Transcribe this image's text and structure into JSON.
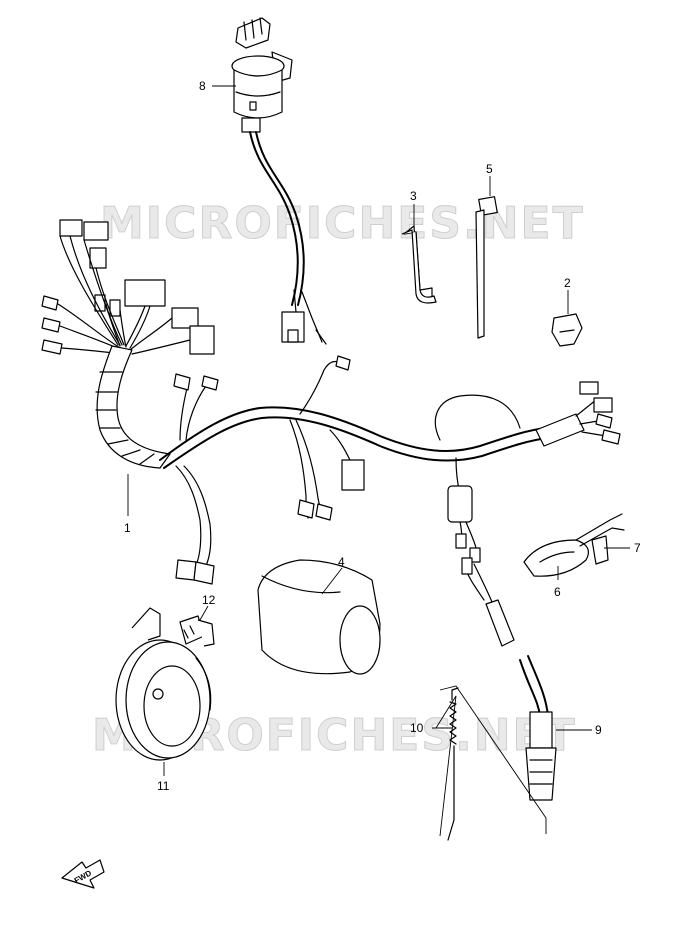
{
  "watermark": "MICROFICHES.NET",
  "fwd_label": "FWD",
  "callouts": [
    {
      "id": "1",
      "label": "1"
    },
    {
      "id": "2",
      "label": "2"
    },
    {
      "id": "3",
      "label": "3"
    },
    {
      "id": "4",
      "label": "4"
    },
    {
      "id": "5",
      "label": "5"
    },
    {
      "id": "6",
      "label": "6"
    },
    {
      "id": "7",
      "label": "7"
    },
    {
      "id": "8",
      "label": "8"
    },
    {
      "id": "9",
      "label": "9"
    },
    {
      "id": "10",
      "label": "10"
    },
    {
      "id": "11",
      "label": "11"
    },
    {
      "id": "12",
      "label": "12"
    }
  ]
}
